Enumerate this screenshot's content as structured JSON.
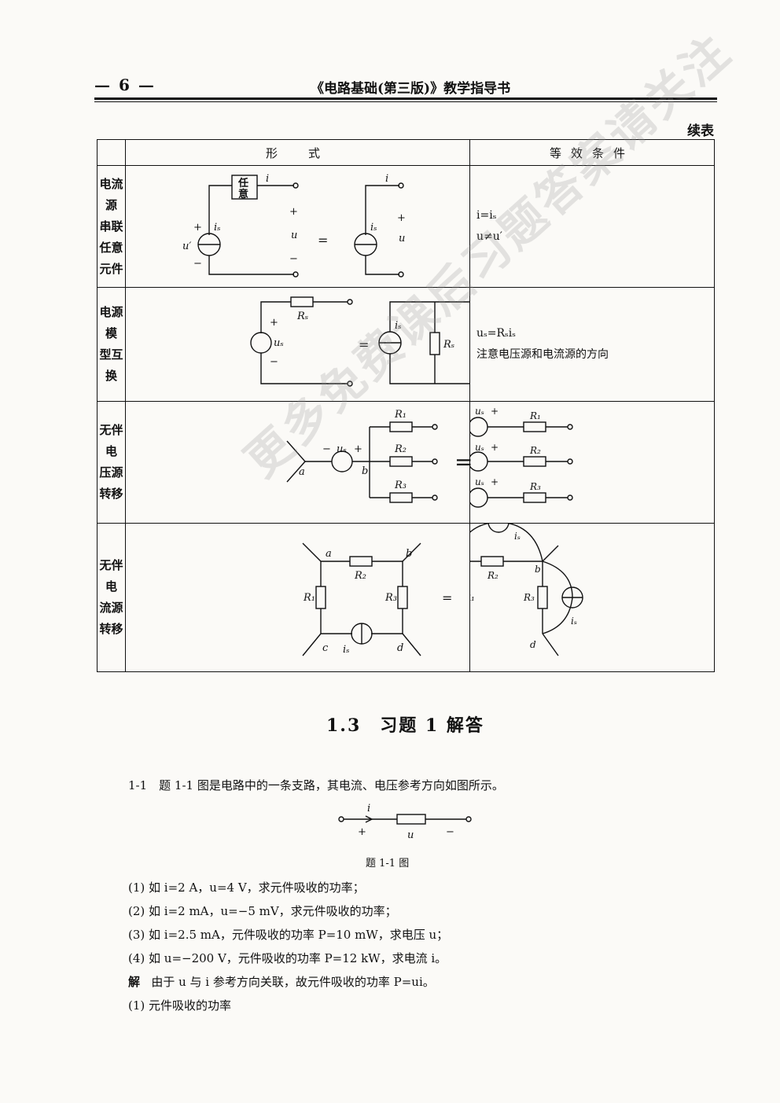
{
  "header": {
    "page_number": "— 6 —",
    "book_title": "《电路基础(第三版)》教学指导书"
  },
  "table": {
    "continued_label": "续表",
    "col_form": "形　式",
    "col_condition": "等效条件",
    "rows": [
      {
        "name": [
          "电流源",
          "串联任意",
          "元件"
        ],
        "condition": [
          "i=iₛ",
          "u≠u′"
        ]
      },
      {
        "name": [
          "电源模",
          "型互换"
        ],
        "condition": [
          "uₛ=Rₛiₛ",
          "注意电压源和电流源的方向"
        ]
      },
      {
        "name": [
          "无伴电",
          "压源转移"
        ],
        "condition": []
      },
      {
        "name": [
          "无伴电",
          "流源转移"
        ],
        "condition": []
      }
    ],
    "diagram_labels": {
      "arbitrary_1": "任",
      "arbitrary_2": "意",
      "i": "i",
      "is": "iₛ",
      "u": "u",
      "u_prime": "u′",
      "plus": "+",
      "minus": "−",
      "eq": "=",
      "Rs": "Rₛ",
      "us": "uₛ",
      "R1": "R₁",
      "R2": "R₂",
      "R3": "R₃",
      "a": "a",
      "b": "b",
      "c": "c",
      "d": "d"
    }
  },
  "section": {
    "title": "1.3　习题 1 解答"
  },
  "problem": {
    "statement": "1-1　题 1-1 图是电路中的一条支路，其电流、电压参考方向如图所示。",
    "figure_caption": "题 1-1 图",
    "fig_labels": {
      "i": "i",
      "u": "u",
      "plus": "+",
      "minus": "−"
    },
    "items": [
      "(1) 如 i=2 A，u=4 V，求元件吸收的功率；",
      "(2) 如 i=2 mA，u=−5 mV，求元件吸收的功率；",
      "(3) 如 i=2.5 mA，元件吸收的功率 P=10 mW，求电压 u；",
      "(4) 如 u=−200 V，元件吸收的功率 P=12 kW，求电流 i。"
    ],
    "solution_label": "解",
    "solution_text": "由于 u 与 i 参考方向关联，故元件吸收的功率 P=ui。",
    "step1": "(1) 元件吸收的功率"
  },
  "watermark": "更多免费课后习题答案请关注"
}
